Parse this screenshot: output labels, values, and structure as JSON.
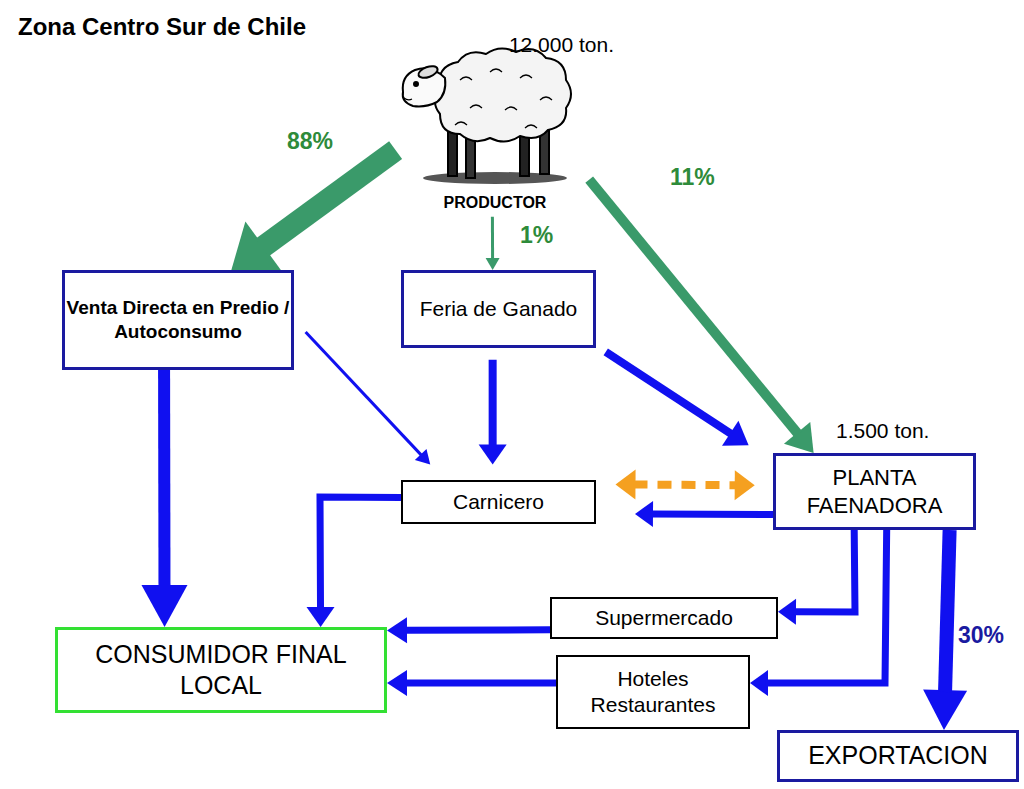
{
  "diagram": {
    "title": "Zona Centro Sur de Chile",
    "nodes": [
      {
        "text": [
          "12.000 ton.",
          "PRODUCTOR"
        ]
      },
      {
        "text": [
          "Venta Directa en Predio / Autoconsumo"
        ]
      },
      {
        "text": [
          "Feria de Ganado"
        ]
      },
      {
        "text": [
          "Carnicero"
        ]
      },
      {
        "text": [
          "1.500 ton.",
          "PLANTA FAENADORA"
        ]
      },
      {
        "text": [
          "Supermercado"
        ]
      },
      {
        "text": [
          "CONSUMIDOR FINAL LOCAL"
        ]
      },
      {
        "text": [
          "Hoteles Restaurantes"
        ]
      },
      {
        "text": [
          "EXPORTACION"
        ]
      }
    ],
    "edges": [
      {
        "from": 0,
        "to": 1,
        "arrow": "to",
        "label": "88%"
      },
      {
        "from": 0,
        "to": 2,
        "arrow": "to",
        "label": "1%"
      },
      {
        "from": 0,
        "to": 4,
        "arrow": "to",
        "label": "11%"
      },
      {
        "from": 1,
        "to": 6,
        "arrow": "to"
      },
      {
        "from": 1,
        "to": 3,
        "arrow": "to"
      },
      {
        "from": 2,
        "to": 3,
        "arrow": "to"
      },
      {
        "from": 2,
        "to": 4,
        "arrow": "to"
      },
      {
        "from": 3,
        "to": 4,
        "arrow": "both"
      },
      {
        "from": 4,
        "to": 3,
        "arrow": "to"
      },
      {
        "from": 3,
        "to": 6,
        "arrow": "to"
      },
      {
        "from": 4,
        "to": 5,
        "arrow": "to"
      },
      {
        "from": 4,
        "to": 7,
        "arrow": "to"
      },
      {
        "from": 4,
        "to": 8,
        "arrow": "to",
        "label": "30%"
      },
      {
        "from": 5,
        "to": 6,
        "arrow": "to"
      },
      {
        "from": 7,
        "to": 6,
        "arrow": "to"
      }
    ]
  }
}
